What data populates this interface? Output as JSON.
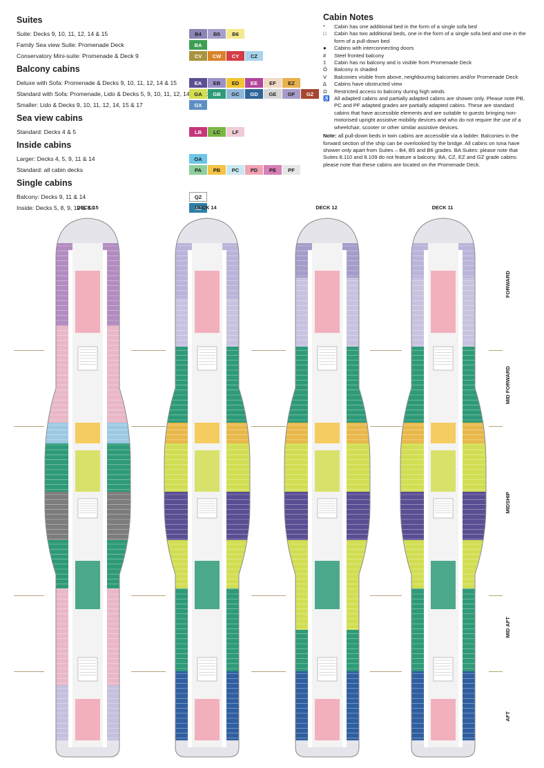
{
  "legend": {
    "sections": [
      {
        "title": "Suites",
        "rows": [
          {
            "text": "Suite: Decks 9, 10, 11, 12, 14 & 15",
            "chips": [
              {
                "code": "B4",
                "color": "#8a85b4"
              },
              {
                "code": "B5",
                "color": "#a79fcb"
              },
              {
                "code": "B6",
                "color": "#f4e98c"
              }
            ]
          },
          {
            "text": "Family Sea view Suite: Promenade Deck",
            "chips": [
              {
                "code": "BA",
                "color": "#3e9f52",
                "dark": true
              }
            ]
          },
          {
            "text": "Conservatory Mini-suite: Promenade & Deck 9",
            "chips": [
              {
                "code": "CV",
                "color": "#a8933e",
                "dark": true
              },
              {
                "code": "CW",
                "color": "#d9822a",
                "dark": true
              },
              {
                "code": "CY",
                "color": "#d23e48",
                "dark": true
              },
              {
                "code": "CZ",
                "color": "#a7d4ec"
              }
            ]
          }
        ]
      },
      {
        "title": "Balcony cabins",
        "rows": [
          {
            "text": "Deluxe with Sofa: Promenade & Decks 9, 10, 11, 12, 14 & 15",
            "chips": [
              {
                "code": "EA",
                "color": "#5e4f92",
                "dark": true
              },
              {
                "code": "EB",
                "color": "#9c90c6"
              },
              {
                "code": "ED",
                "color": "#f2c530"
              },
              {
                "code": "EE",
                "color": "#b1469c",
                "dark": true
              },
              {
                "code": "EF",
                "color": "#f1d9c4"
              },
              {
                "code": "EZ",
                "color": "#e7b14d"
              }
            ]
          },
          {
            "text": "Standard with Sofa: Promenade, Lido & Decks 5, 9, 10, 11, 12, 14, 15 & 17",
            "chips": [
              {
                "code": "GA",
                "color": "#d2de52"
              },
              {
                "code": "GB",
                "color": "#2e9a78",
                "dark": true
              },
              {
                "code": "GC",
                "color": "#8fb8d8"
              },
              {
                "code": "GD",
                "color": "#2f6597",
                "dark": true
              },
              {
                "code": "GE",
                "color": "#d6d6d6"
              },
              {
                "code": "GF",
                "color": "#a89bc7"
              },
              {
                "code": "GZ",
                "color": "#a6462f",
                "dark": true
              }
            ]
          },
          {
            "text": "Smaller: Lido & Decks 9, 10, 11, 12, 14, 15 & 17",
            "chips": [
              {
                "code": "GX",
                "color": "#5e8fc4",
                "dark": true
              }
            ]
          }
        ]
      },
      {
        "title": "Sea view cabins",
        "rows": [
          {
            "text": "Standard: Decks 4 & 5",
            "chips": [
              {
                "code": "LB",
                "color": "#c5367a",
                "dark": true
              },
              {
                "code": "LC",
                "color": "#7ab648"
              },
              {
                "code": "LF",
                "color": "#f0cbd7"
              }
            ]
          }
        ]
      },
      {
        "title": "Inside cabins",
        "rows": [
          {
            "text": "Larger: Decks 4, 5, 9, 11 & 14",
            "chips": [
              {
                "code": "OA",
                "color": "#6ec6e8"
              }
            ]
          },
          {
            "text": "Standard: all cabin decks",
            "chips": [
              {
                "code": "PA",
                "color": "#8ecf9e"
              },
              {
                "code": "PB",
                "color": "#f4c445"
              },
              {
                "code": "PC",
                "color": "#c9e7f2"
              },
              {
                "code": "PD",
                "color": "#f1a3b3"
              },
              {
                "code": "PE",
                "color": "#d87fb8"
              },
              {
                "code": "PF",
                "color": "#e6e6e6"
              }
            ]
          }
        ]
      },
      {
        "title": "Single cabins",
        "rows": [
          {
            "text": "Balcony: Decks 9, 11 & 14",
            "chips": [
              {
                "code": "QZ",
                "color": "#ffffff",
                "outline": true
              }
            ]
          },
          {
            "text": "Inside: Decks 5, 8, 9, 12 & 14",
            "chips": [
              {
                "code": "SZ",
                "color": "#2f7fa6",
                "dark": true
              }
            ]
          }
        ]
      }
    ]
  },
  "notes": {
    "title": "Cabin Notes",
    "items": [
      {
        "symbol": "*",
        "text": "Cabin has one additional bed in the form of a single sofa bed"
      },
      {
        "symbol": "□",
        "text": "Cabin has two additional beds, one in the form of a single sofa bed and one in the form of a pull-down bed"
      },
      {
        "symbol": "●",
        "text": "Cabins with interconnecting doors"
      },
      {
        "symbol": "#",
        "text": "Steel fronted balcony"
      },
      {
        "symbol": "‡",
        "text": "Cabin has no balcony and is visible from Promenade Deck"
      },
      {
        "symbol": "Ô",
        "text": "Balcony is shaded"
      },
      {
        "symbol": "V",
        "text": "Balconies visible from above, neighbouring balconies and/or Promenade Deck"
      },
      {
        "symbol": "∆",
        "text": "Cabins have obstructed view"
      },
      {
        "symbol": "Ω",
        "text": "Restricted access to balcony during high winds"
      },
      {
        "symbol": "♿",
        "text": "All adapted cabins and partially adapted cabins are shower only. Please note PB, PC and PF adapted grades are partially adapted cabins. These are standard cabins that have accessible elements and are suitable to guests bringing non-motorised upright assistive mobility devices and who do not require the use of a wheelchair, scooter or other similar assistive devices."
      }
    ],
    "footer_label": "Note:",
    "footer_text": " all pull-down beds in twin cabins are accessible via a ladder. Balconies in the forward section of the ship can be overlooked by the bridge. All cabins on Iona have shower only apart from Suites – B4, B5 and B6 grades. BA Suites: please note that Suites 8.110 and 8.109 do not feature a balcony. BA, CZ, EZ and GZ grade cabins: please note that these cabins are located on the Promenade Deck."
  },
  "decks": [
    {
      "title": "DECK 15",
      "key": "d15"
    },
    {
      "title": "DECK 14",
      "key": "d14"
    },
    {
      "title": "DECK 12",
      "key": "d12"
    },
    {
      "title": "DECK 11",
      "key": "d11"
    }
  ],
  "sections": {
    "forward": "FORWARD",
    "mid_forward": "MID FORWARD",
    "midship": "MIDSHIP",
    "mid_aft": "MID AFT",
    "aft": "AFT"
  },
  "colors": {
    "guide": "#b3a27a",
    "outline": "#8a8a8a"
  }
}
